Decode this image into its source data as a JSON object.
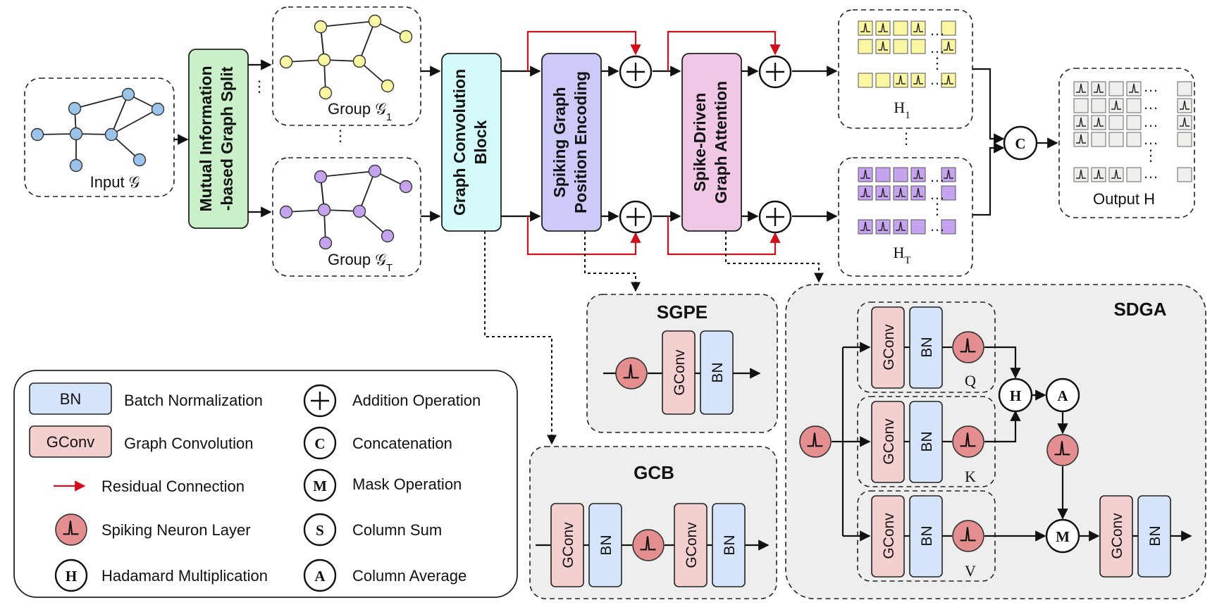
{
  "colors": {
    "node_input": "#9cc3ea",
    "node_group1": "#fbf6a2",
    "node_groupT": "#c6a3ee",
    "split_block": "#c9f0c8",
    "gcb_block": "#d4fafa",
    "sgpe_block": "#cbcaf8",
    "sdga_block": "#f0c7e4",
    "gconv": "#f3cfd0",
    "bn": "#d6e4fb",
    "spike": "#e58e90",
    "residual": "#d0101a",
    "h1_cell": "#fbf6a2",
    "ht_cell": "#c6a3ee",
    "out_cell": "#eeeeea",
    "panel_bg": "#eeeeee"
  },
  "labels": {
    "input": "Input 𝒢",
    "group1_prefix": "Group 𝒢",
    "group1_sub": "1",
    "groupT_prefix": "Group 𝒢",
    "groupT_sub": "T",
    "h1_main": "H",
    "h1_sub": "1",
    "ht_main": "H",
    "ht_sub": "T",
    "output": "Output H",
    "hdots": "…",
    "vdots": "⋮",
    "split_line1": "Mutual Information",
    "split_line2": "-based Graph Split",
    "gcb_line1": "Graph Convolution",
    "gcb_line2": "Block",
    "sgpe_line1": "Spiking Graph",
    "sgpe_line2": "Position Encoding",
    "sdga_line1": "Spike-Driven",
    "sdga_line2": "Graph Attention",
    "gconv": "GConv",
    "bn": "BN",
    "op_concat": "C",
    "op_hadamard": "H",
    "op_average": "A",
    "op_mask": "M",
    "q": "Q",
    "k": "K",
    "v": "V"
  },
  "panels": {
    "sgpe_title": "SGPE",
    "gcb_title": "GCB",
    "sdga_title": "SDGA"
  },
  "legend": {
    "left": [
      {
        "key": "BN",
        "text": "Batch Normalization"
      },
      {
        "key": "GConv",
        "text": "Graph Convolution"
      },
      {
        "key": "",
        "text": "Residual Connection"
      },
      {
        "key": "",
        "text": "Spiking Neuron Layer"
      },
      {
        "key": "H",
        "text": "Hadamard Multiplication"
      }
    ],
    "right": [
      {
        "key": "",
        "text": "Addition Operation"
      },
      {
        "key": "C",
        "text": "Concatenation"
      },
      {
        "key": "M",
        "text": "Mask Operation"
      },
      {
        "key": "S",
        "text": "Column Sum"
      },
      {
        "key": "A",
        "text": "Column Average"
      }
    ]
  }
}
